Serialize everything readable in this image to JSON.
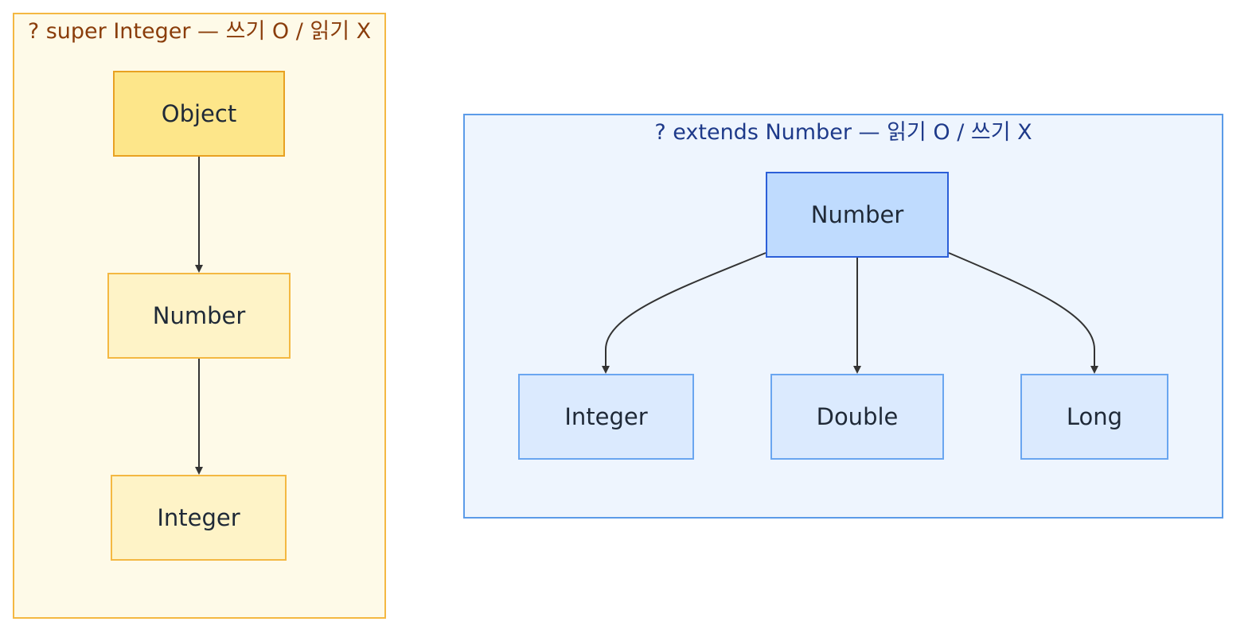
{
  "groups": {
    "super": {
      "title": "? super Integer — 쓰기 O / 읽기 X",
      "nodes": {
        "object": "Object",
        "number": "Number",
        "integer": "Integer"
      }
    },
    "extends": {
      "title": "? extends Number — 읽기 O / 쓰기 X",
      "nodes": {
        "number": "Number",
        "integer": "Integer",
        "double": "Double",
        "long": "Long"
      }
    }
  },
  "edges": [
    {
      "from": "Object",
      "to": "Number",
      "group": "super"
    },
    {
      "from": "Number",
      "to": "Integer",
      "group": "super"
    },
    {
      "from": "Number",
      "to": "Integer",
      "group": "extends"
    },
    {
      "from": "Number",
      "to": "Double",
      "group": "extends"
    },
    {
      "from": "Number",
      "to": "Long",
      "group": "extends"
    }
  ],
  "colors": {
    "super_fill": "#fefae8",
    "super_border": "#f4b842",
    "extends_fill": "#eef5fe",
    "extends_border": "#5b9be8",
    "edge": "#333333"
  }
}
